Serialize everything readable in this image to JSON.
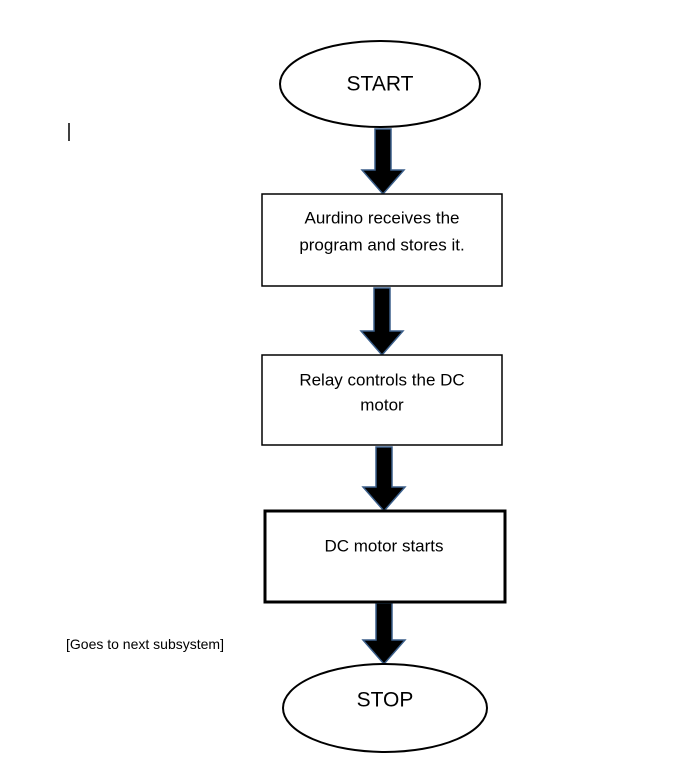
{
  "flowchart": {
    "nodes": [
      {
        "id": "start",
        "shape": "terminal",
        "lines": [
          "START"
        ]
      },
      {
        "id": "step1",
        "shape": "process",
        "lines": [
          "Aurdino receives the",
          "program and stores it."
        ]
      },
      {
        "id": "step2",
        "shape": "process",
        "lines": [
          "Relay controls the DC",
          "motor"
        ]
      },
      {
        "id": "step3",
        "shape": "process",
        "lines": [
          "DC motor starts"
        ]
      },
      {
        "id": "stop",
        "shape": "terminal",
        "lines": [
          "STOP"
        ]
      }
    ],
    "edges": [
      {
        "from": "start",
        "to": "step1"
      },
      {
        "from": "step1",
        "to": "step2"
      },
      {
        "from": "step2",
        "to": "step3"
      },
      {
        "from": "step3",
        "to": "stop"
      }
    ],
    "side_note": "[Goes to next subsystem]"
  },
  "colors": {
    "stroke": "#000000",
    "arrow_fill": "#000000",
    "arrow_outline": "#3b5f8a",
    "background": "#ffffff"
  }
}
